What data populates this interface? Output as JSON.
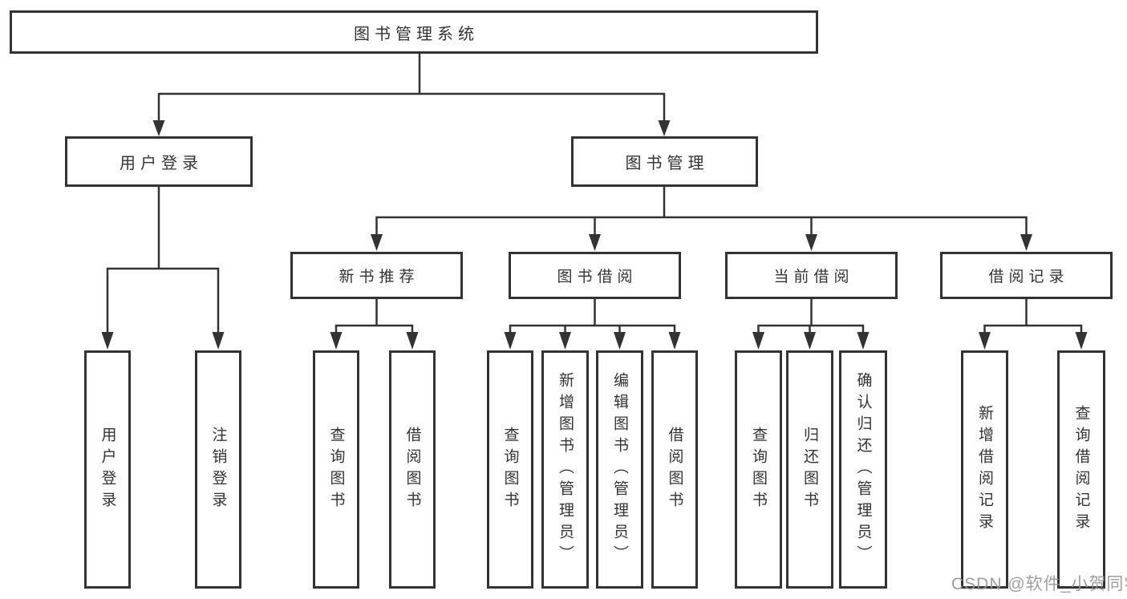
{
  "colors": {
    "background": "#ffffff",
    "line": "#333333",
    "box_border": "#333333",
    "text": "#333333",
    "watermark": "#949494"
  },
  "tree": {
    "root": {
      "label": "图书管理系统"
    },
    "children": [
      {
        "label": "用户登录",
        "children": [
          {
            "label": "用户登录"
          },
          {
            "label": "注销登录"
          }
        ]
      },
      {
        "label": "图书管理",
        "children": [
          {
            "label": "新书推荐",
            "children": [
              {
                "label": "查询图书"
              },
              {
                "label": "借阅图书"
              }
            ]
          },
          {
            "label": "图书借阅",
            "children": [
              {
                "label": "查询图书"
              },
              {
                "label": "新增图书（管理员）"
              },
              {
                "label": "编辑图书（管理员）"
              },
              {
                "label": "借阅图书"
              }
            ]
          },
          {
            "label": "当前借阅",
            "children": [
              {
                "label": "查询图书"
              },
              {
                "label": "归还图书"
              },
              {
                "label": "确认归还（管理员）"
              }
            ]
          },
          {
            "label": "借阅记录",
            "children": [
              {
                "label": "新增借阅记录"
              },
              {
                "label": "查询借阅记录"
              }
            ]
          }
        ]
      }
    ]
  },
  "watermark": {
    "text": "CSDN @软件_小贺同学"
  }
}
